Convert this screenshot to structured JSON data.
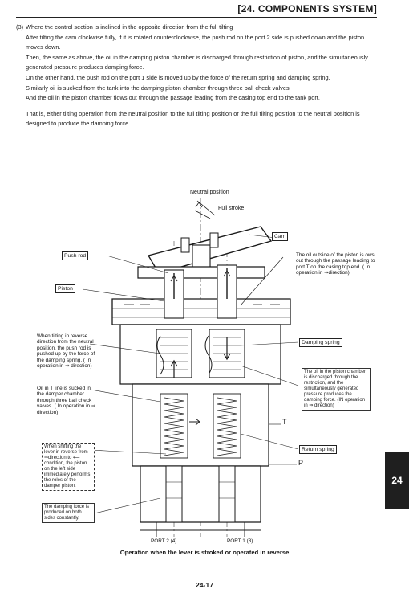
{
  "header": {
    "title": "[24.  COMPONENTS SYSTEM]"
  },
  "section": {
    "number": "(3)",
    "paragraphs": [
      "Where the control section is inclined in the opposite direction from the full tilting",
      "After tilting the cam clockwise fully, if it is rotated counterclockwise, the push rod on the port 2 side is pushed down and the piston moves down.",
      "Then, the same as above, the oil in the damping piston chamber is discharged through restriction of piston, and the simultaneously generated pressure produces damping force.",
      "On the other hand, the push rod on the port 1 side is moved up by the force of the return spring and damping spring.",
      "Similarly oil is sucked from the tank into the damping piston chamber through three ball check valves.",
      "And the oil in the piston chamber flows out through the passage leading from the casing top end to the tank port.",
      "That is, either tilting operation from the neutral position to the full tilting position or the full tilting position to the neutral position is designed to produce the damping force."
    ]
  },
  "figure": {
    "labels": {
      "neutral_position": "Neutral position",
      "full_stroke": "Full stroke",
      "cam": "Cam",
      "push_rod": "Push rod",
      "piston": "Piston",
      "damping_spring": "Damping spring",
      "return_spring": "Return spring",
      "port_t": "T",
      "port_p": "P",
      "port2": "PORT 2  (4)",
      "port1": "PORT 1  (3)"
    },
    "notes": {
      "oil_outside": "The oil outside of the piston is  ows out through the passage leading to port T on the casing top end. ( In operation in ⇒direction)",
      "tilting_reverse": "When tilting in reverse direction from the neutral position, the push rod is pushed up by the force of the damping spring. ( In operation in ⇒ direction)",
      "oil_t_line": "Oil in T line is sucked in the damper chamber through three ball check valves. ( In operation in ⇒ direction)",
      "oil_piston_chamber": "The oil in the piston chamber is discharged through the restriction, and the simultaneously generated pressure produces the damping force. (IN operation in ⇒ direction)",
      "shifting_lever": "When shifting the lever in reverse from ⇒direction to ⟵ condition, the piston on the left side immediately performs the roles of the damper piston.",
      "damping_force": "The damping force is produced on both sides constantly."
    }
  },
  "caption": "Operation when the lever is stroked or operated in reverse",
  "page_number": "24-17",
  "side_tab": "24"
}
